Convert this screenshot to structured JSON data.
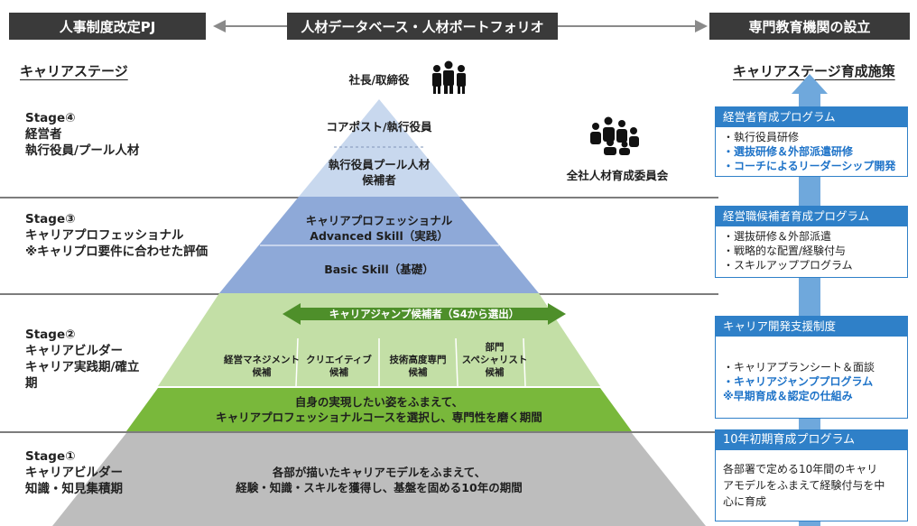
{
  "header": {
    "left": "人事制度改定PJ",
    "center": "人材データベース・人材ポートフォリオ",
    "right": "専門教育機関の設立"
  },
  "left_heading": "キャリアステージ",
  "right_heading": "キャリアステージ育成施策",
  "stages": {
    "s4": [
      "Stage④",
      "経営者",
      "執行役員/プール人材"
    ],
    "s3": [
      "Stage③",
      "キャリアプロフェッショナル",
      "※キャリプロ要件に合わせた評価"
    ],
    "s2": [
      "Stage②",
      "キャリアビルダー",
      "キャリア実践期/確立",
      "期"
    ],
    "s1": [
      "Stage①",
      "キャリアビルダー",
      "知識・知見集積期"
    ]
  },
  "pyramid": {
    "ceo": "社長/取締役",
    "core_post": "コアポスト/執行役員",
    "pool": [
      "執行役員プール人材",
      "候補者"
    ],
    "career_pro": [
      "キャリアプロフェッショナル",
      "Advanced Skill（実践）"
    ],
    "basic": "Basic Skill（基礎）",
    "jump": "キャリアジャンプ候補者（S4から選出）",
    "tracks": [
      [
        "経営マネジメント",
        "候補"
      ],
      [
        "クリエイティブ",
        "候補"
      ],
      [
        "技術高度専門",
        "候補"
      ],
      [
        "部門",
        "スペシャリスト",
        "候補"
      ]
    ],
    "band": [
      "自身の実現したい姿をふまえて、",
      "キャリアプロフェッショナルコースを選択し、専門性を磨く期間"
    ],
    "base": [
      "各部が描いたキャリアモデルをふまえて、",
      "経験・知識・スキルを獲得し、基盤を固める10年の期間"
    ]
  },
  "committee": "全社人材育成委員会",
  "programs": [
    {
      "title": "経営者育成プログラム",
      "items": [
        {
          "text": "・執行役員研修",
          "hl": false
        },
        {
          "text": "・選抜研修＆外部派遣研修",
          "hl": true
        },
        {
          "text": "・コーチによるリーダーシップ開発",
          "hl": true
        }
      ]
    },
    {
      "title": "経営職候補者育成プログラム",
      "items": [
        {
          "text": "・選抜研修＆外部派遣",
          "hl": false
        },
        {
          "text": "・戦略的な配置/経験付与",
          "hl": false
        },
        {
          "text": "・スキルアッププログラム",
          "hl": false
        }
      ]
    },
    {
      "title": "キャリア開発支援制度",
      "items": [
        {
          "text": "・キャリアプランシート＆面談",
          "hl": false
        },
        {
          "text": "・キャリアジャンププログラム",
          "hl": true
        },
        {
          "text": "※早期育成＆認定の仕組み",
          "hl": true
        }
      ]
    },
    {
      "title": "10年初期育成プログラム",
      "items": [
        {
          "text": "各部署で定める10年間のキャリ",
          "hl": false
        },
        {
          "text": "アモデルをふまえて経験付与を中",
          "hl": false
        },
        {
          "text": "心に育成",
          "hl": false
        }
      ]
    }
  ],
  "colors": {
    "header_bg": "#3a3a3a",
    "accent_blue": "#2f80c8",
    "pyramid_top": "#c8d8ee",
    "pyramid_mid": "#8ea9d8",
    "pyramid_green": "#c3dfa6",
    "band_green": "#79b83b",
    "base_gray": "#bdbdbd"
  }
}
